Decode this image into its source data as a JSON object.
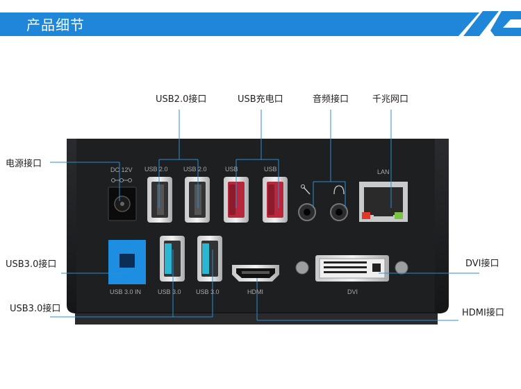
{
  "banner": {
    "title": "产品细节",
    "accent_color": "#1f86d8"
  },
  "callouts": {
    "usb20": "USB2.0接口",
    "usb_charge": "USB充电口",
    "audio": "音频接口",
    "lan": "千兆网口",
    "power": "电源接口",
    "usb30_left": "USB3.0接口",
    "usb30_bottom": "USB3.0接口",
    "dvi": "DVI接口",
    "hdmi": "HDMI接口"
  },
  "panel_labels": {
    "dc": "DC 12V",
    "usb20_a": "USB 2.0",
    "usb20_b": "USB 2.0",
    "usb_charge_a": "USB",
    "usb_charge_b": "USB",
    "lan": "LAN",
    "usb30_in": "USB 3.0 IN",
    "usb30_a": "USB 3.0",
    "usb30_b": "USB 3.0",
    "hdmi": "HDMI",
    "dvi": "DVI"
  },
  "colors": {
    "device_body": "#1b1c1e",
    "usb30_blue": "#1e8fe0",
    "usb_charge_red": "#b8283c",
    "usb30_teal": "#2bb6d2",
    "leader_line": "#2a8fd6"
  }
}
